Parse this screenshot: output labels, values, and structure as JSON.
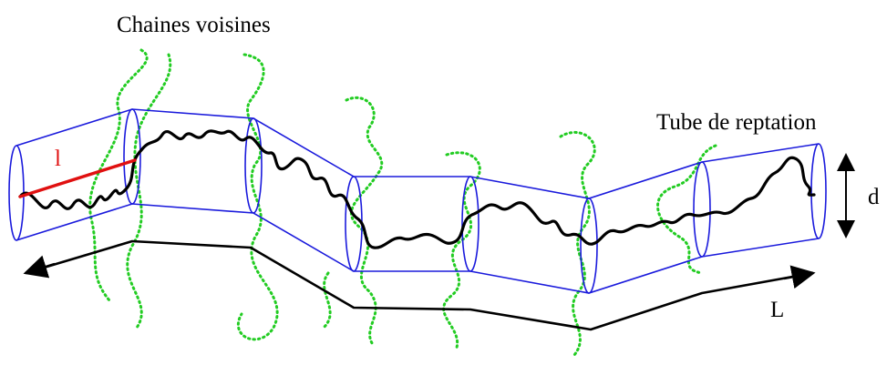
{
  "labels": {
    "neighbors": "Chaines voisines",
    "tube": "Tube de reptation",
    "segment": "l",
    "diameter": "d",
    "length": "L"
  },
  "colors": {
    "tube": "#1a1adc",
    "chain": "#000000",
    "neighbor": "#22cc22",
    "segment": "#e01010",
    "path": "#000000"
  }
}
